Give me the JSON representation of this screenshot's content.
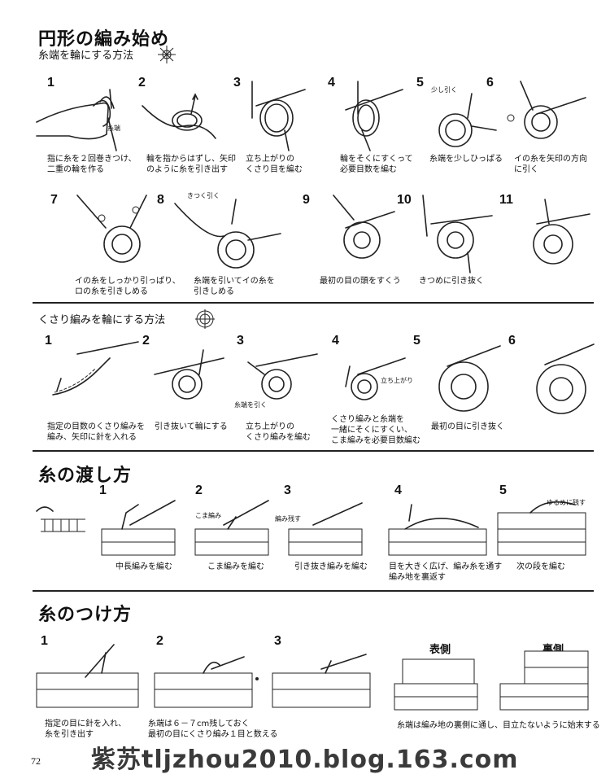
{
  "section1": {
    "title": "円形の編み始め",
    "subtitle": "糸端を輪にする方法",
    "steps": [
      {
        "n": "1",
        "cap": [
          "指に糸を２回巻きつけ、",
          "二重の輪を作る"
        ],
        "label": "糸端"
      },
      {
        "n": "2",
        "cap": [
          "輪を指からはずし、矢印",
          "のように糸を引き出す"
        ]
      },
      {
        "n": "3",
        "cap": [
          "立ち上がりの",
          "くさり目を編む"
        ]
      },
      {
        "n": "4",
        "cap": [
          "輪をそくにすくって",
          "必要目数を編む"
        ]
      },
      {
        "n": "5",
        "cap": [
          "糸端を少しひっぱる"
        ],
        "label": "少し引く"
      },
      {
        "n": "6",
        "cap": [
          "イの糸を矢印の方向",
          "に引く"
        ]
      },
      {
        "n": "7",
        "cap": [
          "イの糸をしっかり引っぱり、",
          "ロの糸を引きしめる"
        ]
      },
      {
        "n": "8",
        "cap": [
          "糸端を引いてイの糸を",
          "引きしめる"
        ],
        "label": "きつく引く"
      },
      {
        "n": "9",
        "cap": [
          "最初の目の頭をすくう"
        ]
      },
      {
        "n": "10",
        "cap": [
          "きつめに引き抜く"
        ]
      },
      {
        "n": "11",
        "cap": []
      }
    ]
  },
  "section2": {
    "subtitle": "くさり編みを輪にする方法",
    "steps": [
      {
        "n": "1",
        "cap": [
          "指定の目数のくさり編みを",
          "編み、矢印に針を入れる"
        ]
      },
      {
        "n": "2",
        "cap": [
          "引き抜いて輪にする"
        ]
      },
      {
        "n": "3",
        "cap": [
          "立ち上がりの",
          "くさり編みを編む"
        ],
        "label": "糸端を引く"
      },
      {
        "n": "4",
        "cap": [
          "くさり編みと糸端を",
          "一緒にそくにすくい、",
          "こま編みを必要目数編む"
        ],
        "label": "立ち上がり"
      },
      {
        "n": "5",
        "cap": [
          "最初の目に引き抜く"
        ]
      },
      {
        "n": "6",
        "cap": []
      }
    ]
  },
  "section3": {
    "title": "糸の渡し方",
    "steps": [
      {
        "n": "1",
        "cap": [
          "中長編みを編む"
        ]
      },
      {
        "n": "2",
        "cap": [
          "こま編みを編む"
        ],
        "label": "こま編み"
      },
      {
        "n": "3",
        "cap": [
          "引き抜き編みを編む"
        ],
        "label": "編み残す"
      },
      {
        "n": "4",
        "cap": [
          "目を大きく広げ、編み糸を通す",
          "編み地を裏返す"
        ]
      },
      {
        "n": "5",
        "cap": [
          "次の段を編む"
        ],
        "label": "ゆるめに残す"
      }
    ]
  },
  "section4": {
    "title": "糸のつけ方",
    "steps": [
      {
        "n": "1",
        "cap": [
          "指定の目に針を入れ、",
          "糸を引き出す"
        ]
      },
      {
        "n": "2",
        "cap": [
          "糸端は６－７cm残しておく",
          "最初の目にくさり編み１目と数える"
        ]
      },
      {
        "n": "3",
        "cap": []
      }
    ],
    "front_label": "表側",
    "back_label": "裏側",
    "last_cap": [
      "糸端は編み地の裏側に通し、目立たないように始末する"
    ]
  },
  "page_number": "72",
  "watermark": "紫苏tljzhou2010.blog.163.com"
}
